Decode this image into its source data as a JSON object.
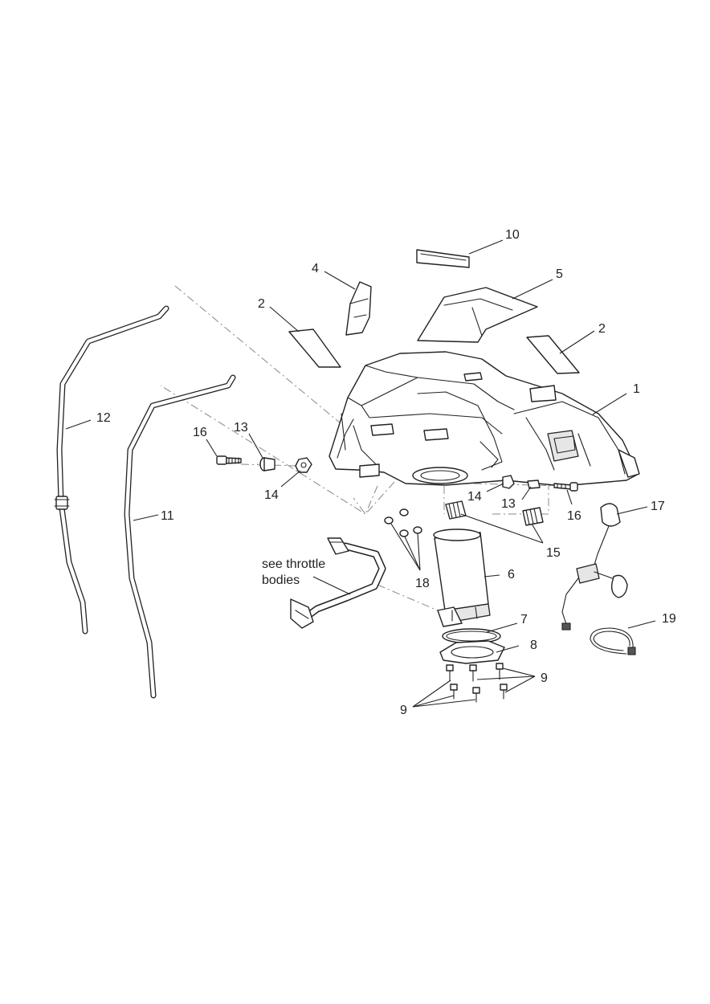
{
  "callouts": {
    "c1": "1",
    "c2a": "2",
    "c2b": "2",
    "c4": "4",
    "c5": "5",
    "c6": "6",
    "c7": "7",
    "c8": "8",
    "c9a": "9",
    "c9b": "9",
    "c10": "10",
    "c11": "11",
    "c12": "12",
    "c13a": "13",
    "c13b": "13",
    "c14a": "14",
    "c14b": "14",
    "c15": "15",
    "c16a": "16",
    "c16b": "16",
    "c17": "17",
    "c18": "18",
    "c19": "19"
  },
  "note": {
    "line1": "see throttle",
    "line2": "bodies"
  }
}
